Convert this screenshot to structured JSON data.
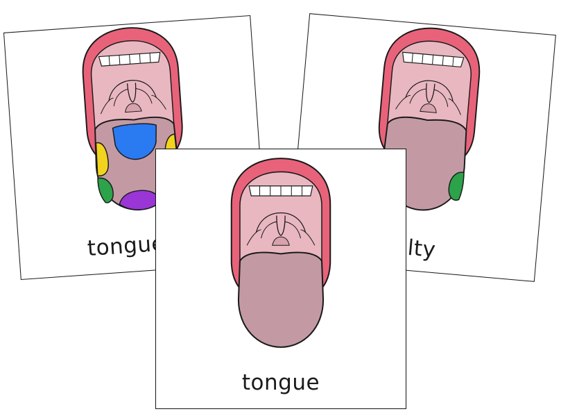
{
  "cards": {
    "left": {
      "label": "tongue"
    },
    "right": {
      "label": "alty"
    },
    "front": {
      "label": "tongue"
    }
  },
  "colors": {
    "lips": "#e8637a",
    "mouth_inner": "#e9b7c0",
    "tongue": "#c39aa4",
    "teeth": "#ffffff",
    "outline": "#1a1a1a",
    "taste_bitter": "#2a7af2",
    "taste_sour": "#f2d41f",
    "taste_salty": "#2ca24a",
    "taste_sweet": "#9a35d6"
  }
}
